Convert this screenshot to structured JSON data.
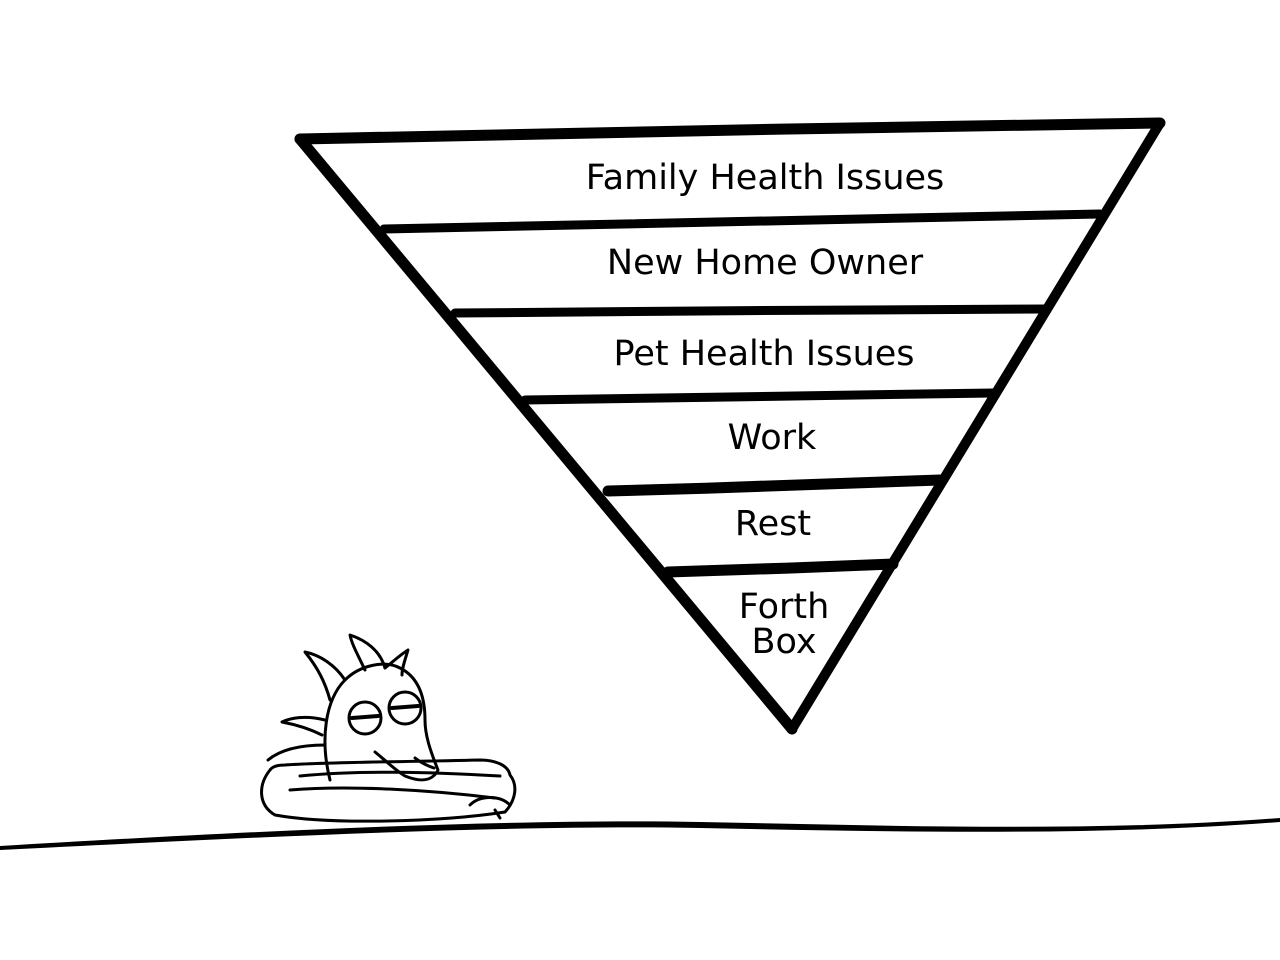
{
  "diagram": {
    "kind": "inverted-pyramid",
    "levels": [
      {
        "label": "Family Health Issues"
      },
      {
        "label": "New Home Owner"
      },
      {
        "label": "Pet Health Issues"
      },
      {
        "label": "Work"
      },
      {
        "label": "Rest"
      },
      {
        "label": "Forth Box"
      }
    ]
  },
  "colors": {
    "ink": "#000000",
    "background": "#ffffff"
  },
  "icons": {
    "character": "sleepy-dragon-in-bed-icon"
  }
}
